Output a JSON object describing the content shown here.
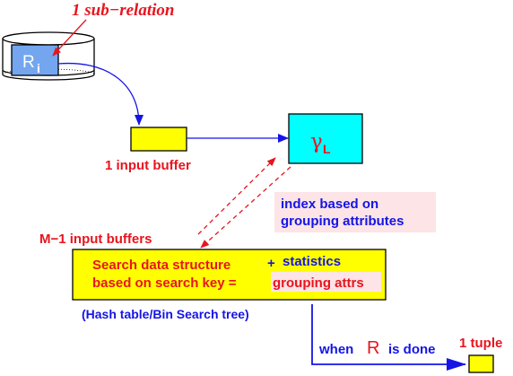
{
  "colors": {
    "red": "#e8141e",
    "blue": "#1414e6",
    "yellow": "#ffff00",
    "cyan": "#00ffff",
    "light_blue": "#73a6ee",
    "pink_highlight": "#fde4e6",
    "black": "#000000"
  },
  "labels": {
    "sub_relation": "1 sub−relation",
    "relation_main": "R",
    "relation_sub": "i",
    "input_buffer": "1 input buffer",
    "gamma": "γ",
    "gamma_sub": "L",
    "index_line1": "index based on",
    "index_line2": "grouping attributes",
    "m1_buffers": "M−1 input buffers",
    "search_line1": "Search data structure",
    "plus_sign": "+",
    "statistics": "statistics",
    "search_line2": "based on search key =",
    "grouping_attrs": "grouping attrs",
    "hash_table": "(Hash table/Bin Search tree)",
    "when": "when",
    "when_r": "R",
    "is_done": "is done",
    "one_tuple": "1 tuple"
  },
  "icons": {
    "disk": "disk-cylinder-icon",
    "buffer": "input-buffer-box",
    "operator": "gamma-operator-box",
    "output": "output-tuple-box"
  }
}
